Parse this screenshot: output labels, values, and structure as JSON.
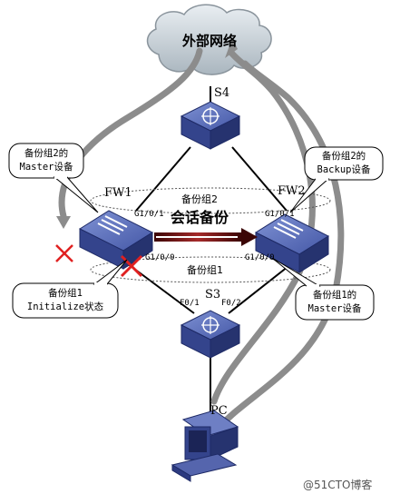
{
  "cloud": {
    "label": "外部网络"
  },
  "devices": {
    "s4": "S4",
    "s3": "S3",
    "fw1": "FW1",
    "fw2": "FW2",
    "pc": "PC"
  },
  "interfaces": {
    "fw1_g101": "G1/0/1",
    "fw1_g100": "G1/0/0",
    "fw2_g101": "G1/0/1",
    "fw2_g100": "G1/0/0",
    "s3_f01": "F0/1",
    "s3_f02": "F0/2"
  },
  "groups": {
    "group2": "备份组2",
    "group1": "备份组1"
  },
  "session_backup": "会话备份",
  "callouts": {
    "fw1_group2_l1": "备份组2的",
    "fw1_group2_l2": "Master设备",
    "fw2_group2_l1": "备份组2的",
    "fw2_group2_l2": "Backup设备",
    "fw1_group1_l1": "备份组1",
    "fw1_group1_l2": "Initialize状态",
    "fw2_group1_l1": "备份组1的",
    "fw2_group1_l2": "Master设备"
  },
  "watermark": "@51CTO博客",
  "colors": {
    "device_top": "#5a6fb5",
    "device_side": "#2c3a80",
    "flow_arrow": "#8c8c8c",
    "fail_mark": "#e02020",
    "session_arrow": "#6b0d0d"
  }
}
